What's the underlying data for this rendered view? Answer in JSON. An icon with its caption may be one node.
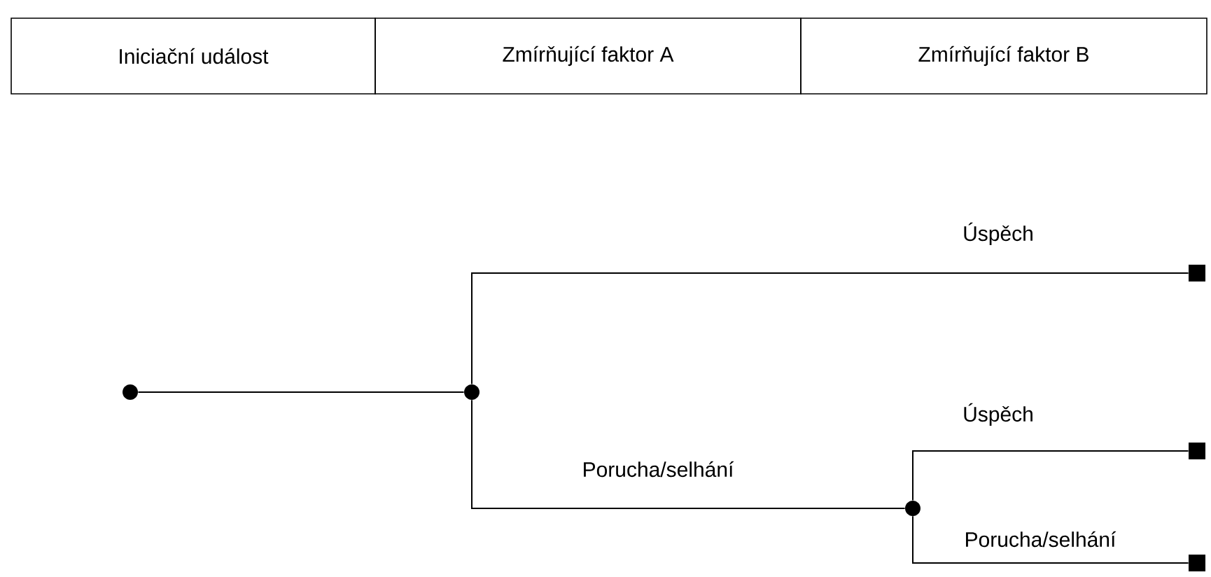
{
  "diagram": {
    "nodes": [
      {
        "text": [
          "Iniciační událost"
        ]
      },
      {
        "text": [
          "Zmírňující faktor A"
        ]
      },
      {
        "text": [
          "Zmírňující faktor B"
        ]
      },
      {
        "text": [],
        "shape": "circle"
      },
      {
        "text": [],
        "shape": "circle"
      },
      {
        "text": [],
        "shape": "box"
      },
      {
        "text": [],
        "shape": "circle"
      },
      {
        "text": [],
        "shape": "box"
      },
      {
        "text": [],
        "shape": "box"
      }
    ],
    "edges": [
      {
        "from": 3,
        "to": 4,
        "arrow": "none"
      },
      {
        "from": 4,
        "to": 5,
        "arrow": "none",
        "label": "Úspěch"
      },
      {
        "from": 4,
        "to": 6,
        "arrow": "none",
        "label": "Porucha/selhání"
      },
      {
        "from": 6,
        "to": 7,
        "arrow": "none",
        "label": "Úspěch"
      },
      {
        "from": 6,
        "to": 8,
        "arrow": "none",
        "label": "Porucha/selhání"
      }
    ]
  }
}
